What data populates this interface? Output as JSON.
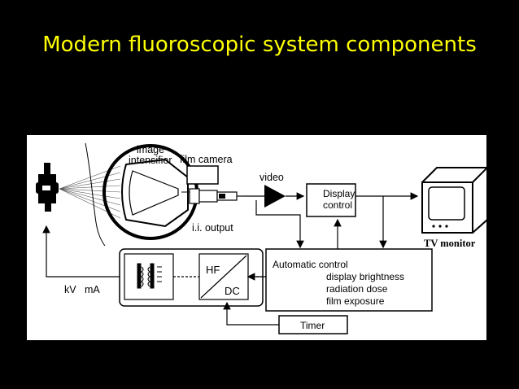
{
  "slide": {
    "title": "Modern fluoroscopic system components"
  },
  "diagram": {
    "labels": {
      "image_intensifier_line1": "image",
      "image_intensifier_line2": "intensifier",
      "film_camera": "film camera",
      "video": "video",
      "ii_output": "i.i. output",
      "display_control_line1": "Display",
      "display_control_line2": "control",
      "tv_monitor": "TV monitor",
      "kv_ma": "kV   mA",
      "hf": "HF",
      "dc": "DC",
      "automatic_control": "Automatic control",
      "display_brightness": "display brightness",
      "radiation_dose": "radiation dose",
      "film_exposure": "film exposure",
      "timer": "Timer"
    },
    "colors": {
      "background": "#ffffff",
      "ink": "#000000",
      "title": "#ffff00"
    }
  }
}
